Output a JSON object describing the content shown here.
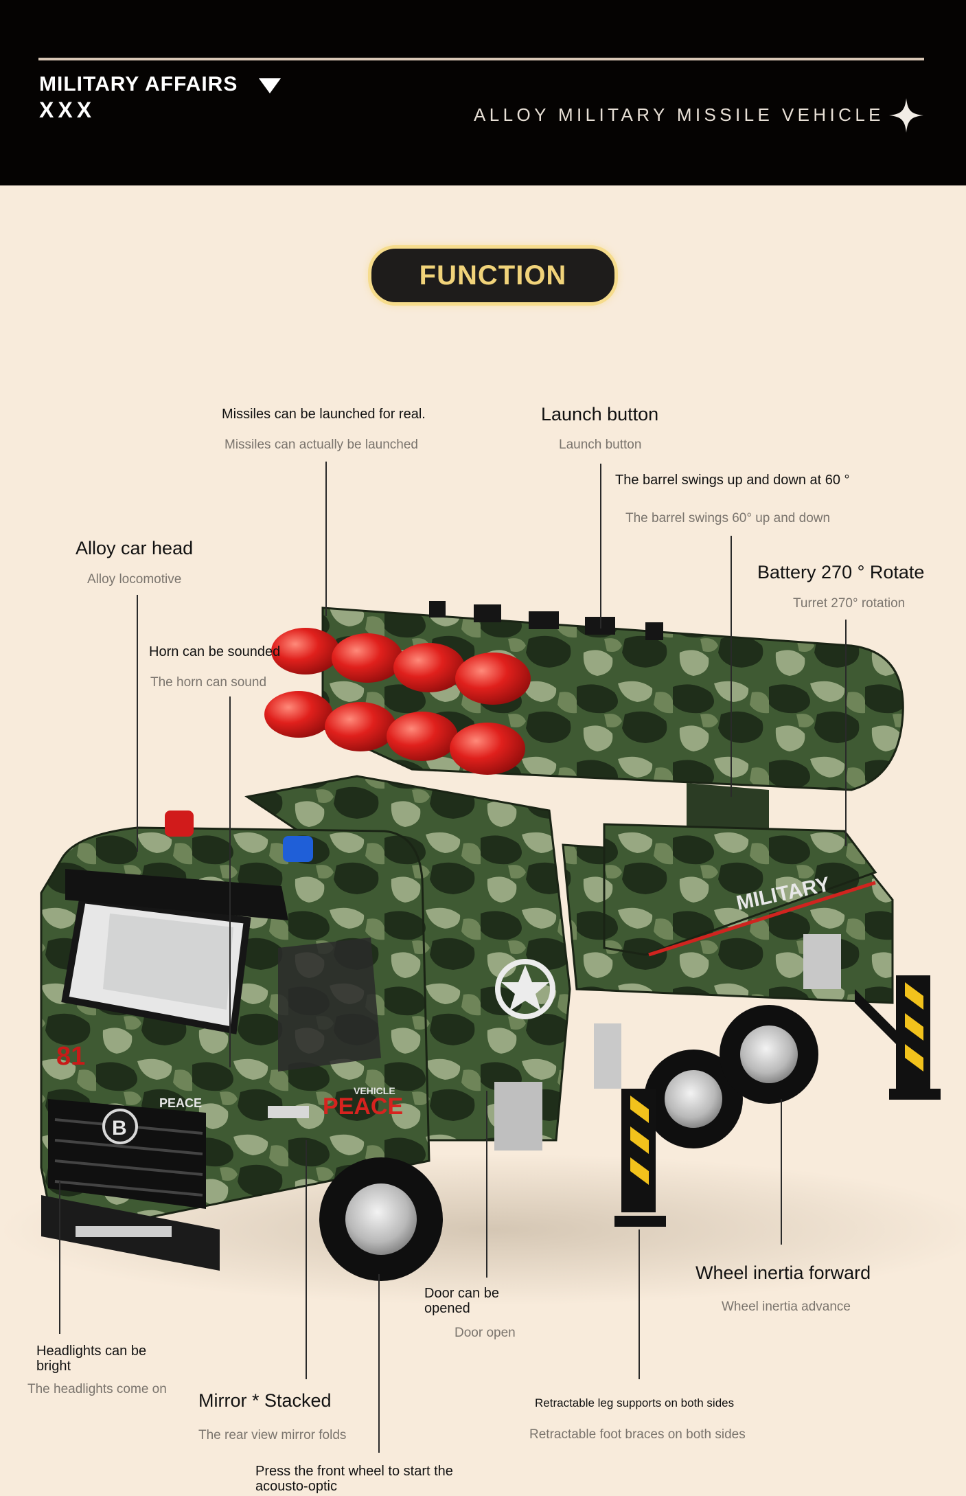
{
  "header": {
    "brand": "MILITARY AFFAIRS",
    "brand_sub": "XXX",
    "vehicle_title": "ALLOY MILITARY MISSILE VEHICLE"
  },
  "section_title": "FUNCTION",
  "features": {
    "missiles": {
      "title": "Missiles can be launched for real.",
      "subtitle": "Missiles can actually be launched"
    },
    "launch": {
      "title": "Launch button",
      "subtitle": "Launch button"
    },
    "barrel": {
      "title": "The barrel swings up and down at 60 °",
      "subtitle": "The barrel swings 60° up and down"
    },
    "car_head": {
      "title": "Alloy car head",
      "subtitle": "Alloy locomotive"
    },
    "battery": {
      "title": "Battery 270 ° Rotate",
      "subtitle": "Turret 270° rotation"
    },
    "horn": {
      "title": "Horn can be sounded",
      "subtitle": "The horn can sound"
    },
    "wheel": {
      "title": "Wheel inertia forward",
      "subtitle": "Wheel inertia advance"
    },
    "door": {
      "title": "Door can be opened",
      "subtitle": "Door open"
    },
    "headlights": {
      "title": "Headlights can be bright",
      "subtitle": "The headlights come on"
    },
    "mirror": {
      "title": "Mirror * Stacked",
      "subtitle": "The rear view mirror folds"
    },
    "legs": {
      "title": "Retractable leg supports on both sides",
      "subtitle": "Retractable foot braces on both sides"
    },
    "front_wheel": {
      "title": "Press the front wheel to start the acousto-optic"
    }
  },
  "truck_text": {
    "military": "MILITARY",
    "peace": "PEACE",
    "vehicle": "VEHICLE",
    "peace_small": "PEACE",
    "badge": "B",
    "number": "81"
  },
  "colors": {
    "header_bg": "#050302",
    "page_bg": "#f8ebdb",
    "pill_bg": "#1e1c1b",
    "pill_border": "#f6dc8c",
    "pill_text": "#f1d37a",
    "camo_dark": "#24361f",
    "camo_mid": "#4d6b3d",
    "camo_light": "#9aa985",
    "missile_red": "#e0201c"
  }
}
